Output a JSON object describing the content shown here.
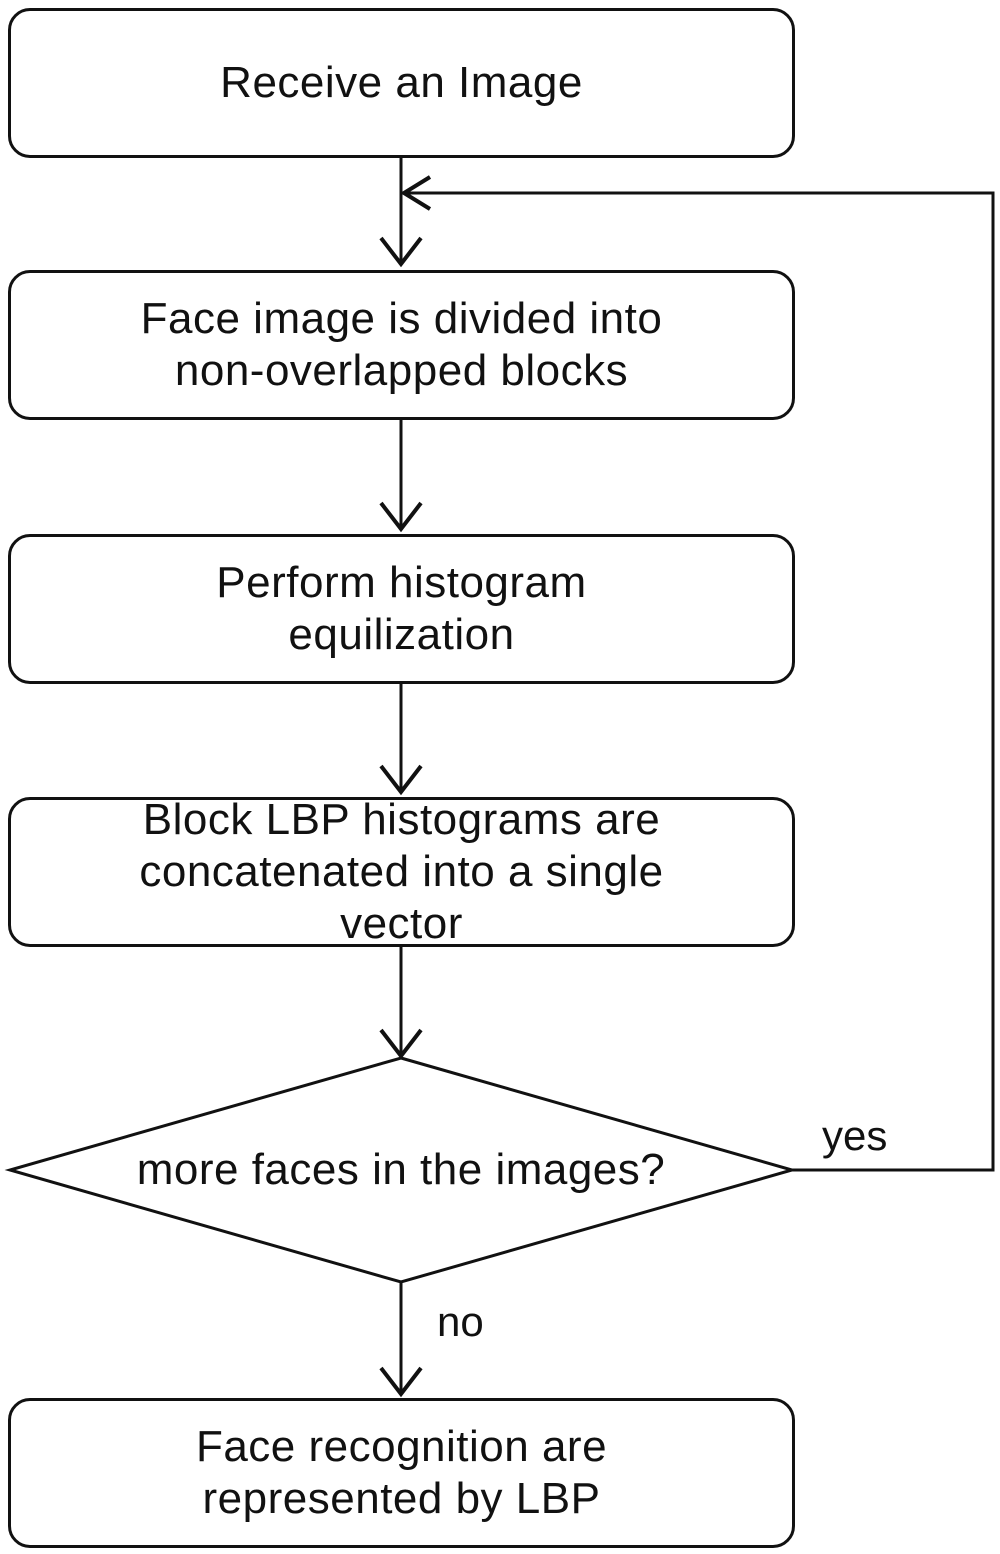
{
  "flowchart": {
    "steps": [
      {
        "text": "Receive an Image"
      },
      {
        "text": "Face image is divided into\nnon-overlapped blocks"
      },
      {
        "text": "Perform histogram\nequilization"
      },
      {
        "text": "Block LBP histograms are\nconcatenated into a single\nvector"
      }
    ],
    "decision": {
      "text": "more faces in the images?"
    },
    "final_step": {
      "text": "Face recognition are\nrepresented by LBP"
    },
    "edge_labels": {
      "yes": "yes",
      "no": "no"
    }
  }
}
